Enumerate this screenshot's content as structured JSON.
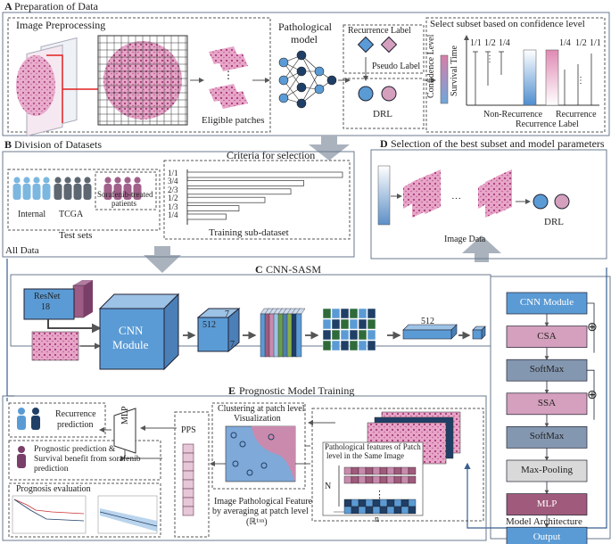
{
  "sectionA": {
    "letter": "A",
    "title": "Preparation of Data",
    "image_preprocessing": "Image Preprocessing",
    "eligible_patches": "Eligible patches",
    "ellipsis": "⋮",
    "pathological_model_1": "Pathological",
    "pathological_model_2": "model",
    "recurrence_label": "Recurrence Label",
    "pseudo_label": "Pseudo Label",
    "drl": "DRL",
    "select_subset": "Select subset based on confidence level",
    "confidence_level": "Confidence Level",
    "survival_time": "Survival Time",
    "fractions_left": [
      "1/1",
      "1/2",
      "1/4"
    ],
    "fractions_right": [
      "1/4",
      "1/2",
      "1/1"
    ],
    "non_recurrence": "Non-Recurrence",
    "recurrence": "Recurrence",
    "recurrence_label_axis": "Recurrence Label"
  },
  "sectionB": {
    "letter": "B",
    "title": "Division of Datasets",
    "internal": "Internal",
    "tcga": "TCGA",
    "sorafenib_1": "Sorafenib-treated",
    "sorafenib_2": "patients",
    "test_sets": "Test sets",
    "all_data": "All Data",
    "criteria": "Criteria for selection",
    "training_subdataset": "Training sub-dataset",
    "bar_labels": [
      "1/1",
      "3/4",
      "2/3",
      "1/2",
      "1/3",
      "1/4"
    ],
    "bar_values": [
      1,
      0.75,
      0.667,
      0.5,
      0.333,
      0.25
    ]
  },
  "sectionC": {
    "letter": "C",
    "title": "CNN-SASM",
    "resnet_1": "ResNet",
    "resnet_2": "18",
    "cnn_module_1": "CNN",
    "cnn_module_2": "Module",
    "dim_512": "512",
    "dim_7a": "7",
    "dim_7b": "7",
    "fc_512": "512"
  },
  "sectionD": {
    "letter": "D",
    "title": "Selection of the best subset and model parameters",
    "image_data": "Image Data",
    "ellipsis": "···",
    "drl": "DRL"
  },
  "architecture": {
    "modules": [
      "CNN Module",
      "CSA",
      "SoftMax",
      "SSA",
      "SoftMax",
      "Max-Pooling",
      "MLP",
      "Output"
    ],
    "caption": "Model Architecture",
    "plus": "⊕"
  },
  "sectionE": {
    "letter": "E",
    "title": "Prognostic Model Training",
    "recurrence_prediction_1": "Recurrence",
    "recurrence_prediction_2": "prediction",
    "mlp": "MLP",
    "prognostic_prediction_1": "Prognostic prediction &",
    "prognostic_prediction_2": "Survival benefit from sorafenib",
    "prognostic_prediction_3": "prediction",
    "prognosis_evaluation": "Prognosis evaluation",
    "pps": "PPS",
    "clustering_1": "Clustering at patch level",
    "clustering_2": "Visualization",
    "features_1": "Pathological features of Patch",
    "features_2": "level in the Same Image",
    "n_upper": "N",
    "n_lower": "n",
    "image_feature_1": "Image Pathological Feature",
    "image_feature_2": "by averaging at patch level",
    "image_feature_3": "(ℝ¹ˣⁿ)"
  },
  "colors": {
    "blue_box": "#5b9bd5",
    "pink_box": "#d4a0bd",
    "gray_box": "#8497b0",
    "light_gray_box": "#d9d9d9",
    "mlp_box": "#a05a7b",
    "tissue_pink": "#c9568f",
    "arrow_gray": "#aab2bd"
  }
}
